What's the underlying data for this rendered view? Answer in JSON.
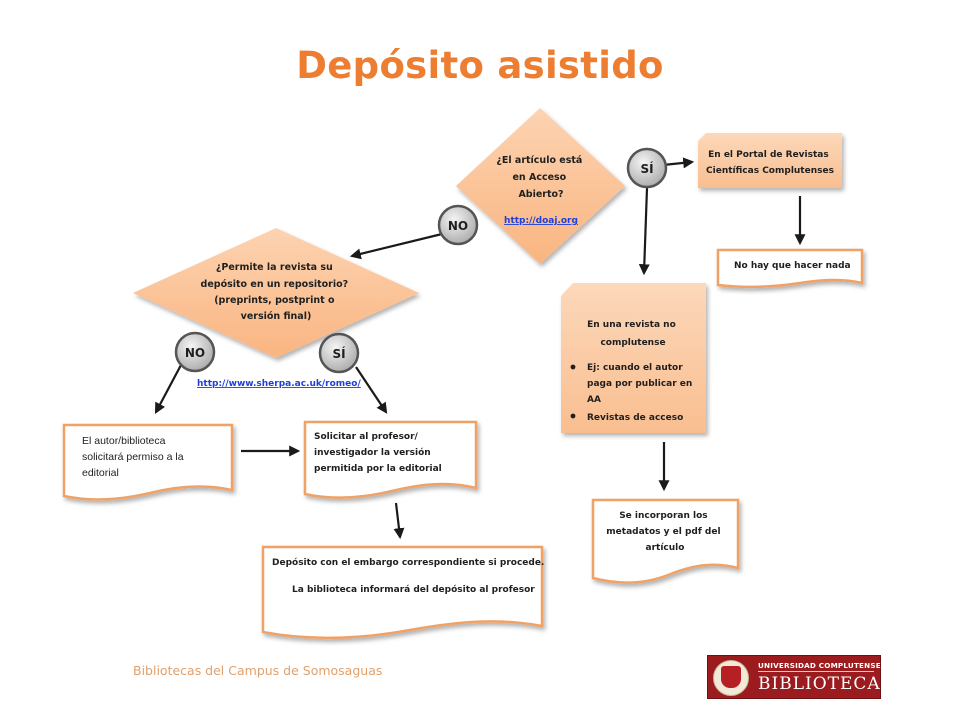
{
  "title": "Depósito asistido",
  "nodes": {
    "q_open_access": {
      "lines": [
        "¿El artículo está",
        "en Acceso",
        "Abierto?"
      ],
      "link": "http://doaj.org"
    },
    "q_repository": {
      "lines": [
        "¿Permite la revista su",
        "depósito  en un  repositorio?",
        "(preprints,  postprint  o",
        "versión final)"
      ],
      "link": "http://www.sherpa.ac.uk/romeo/"
    },
    "portal": {
      "lines": [
        "En el Portal de Revistas",
        "Científicas  Complutenses"
      ]
    },
    "nada": {
      "lines": [
        "No hay que hacer nada"
      ]
    },
    "no_complutense": {
      "lines": [
        "En una revista no",
        "complutense"
      ],
      "bullets": [
        [
          "Ej: cuando  el autor",
          "paga por publicar  en",
          "AA"
        ],
        [
          "Revistas de acceso"
        ]
      ]
    },
    "incorporan": {
      "lines": [
        "Se incorporan  los",
        "metadatos  y el pdf del",
        "artículo"
      ]
    },
    "autor_permiso": {
      "lines": [
        "El autor/biblioteca",
        "solicitará permiso a la",
        "editorial"
      ]
    },
    "solicitar": {
      "lines": [
        "Solicitar  al profesor/",
        "investigador  la versión",
        "permitida  por la editorial"
      ]
    },
    "deposito": {
      "lines": [
        "Depósito  con el embargo correspondiente  si procede.",
        "La biblioteca  informará del depósito al profesor"
      ]
    }
  },
  "badges": {
    "si_top": "SÍ",
    "no_top": "NO",
    "no_left": "NO",
    "si_left": "SÍ"
  },
  "footer": {
    "text": "Bibliotecas del Campus de Somosaguas",
    "logo_top": "UNIVERSIDAD COMPLUTENSE",
    "logo_name": "BIBLIOTECA"
  },
  "colors": {
    "accent": "#ED7D31",
    "diamond_fill": "#FBC49A",
    "doc_border": "#F0A266",
    "box_fill": "#FCD2B0",
    "link": "#1f3fd8",
    "logo": "#9B1B1F"
  }
}
